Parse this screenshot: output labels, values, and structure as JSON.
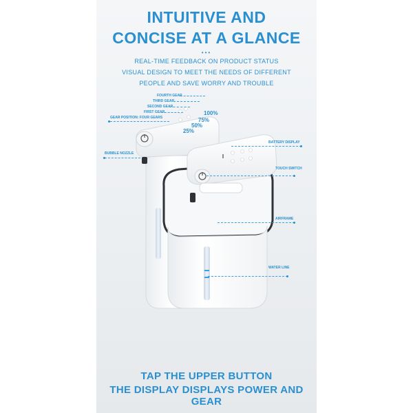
{
  "header": {
    "title_line1": "INTUITIVE AND",
    "title_line2": "CONCISE AT A GLANCE",
    "dots": "•••"
  },
  "subtitle": {
    "line1": "REAL-TIME FEEDBACK ON PRODUCT STATUS",
    "line2": "VISUAL DESIGN TO MEET THE NEEDS OF DIFFERENT",
    "line3": "PEOPLE AND SAVE WORRY AND TROUBLE"
  },
  "callouts": {
    "fourth_gear": "FOURTH GEAR",
    "third_gear": "THIRD GEAR",
    "second_gear": "SECOND GEAR",
    "first_gear": "FIRST GEAR",
    "gear_position": "GEAR POSITION: FOUR GEARS",
    "bubble_nozzle": "BUBBLE NOZZLE",
    "battery_display": "BATTERY DISPLAY",
    "touch_switch": "TOUCH SWITCH",
    "airframe": "AIRFRAME",
    "water_line": "WATER LINE"
  },
  "battery_levels": {
    "p100": "100%",
    "p75": "75%",
    "p50": "50%",
    "p25": "25%"
  },
  "footer": {
    "line1": "TAP THE UPPER BUTTON",
    "line2": "THE DISPLAY DISPLAYS POWER AND GEAR"
  },
  "colors": {
    "accent": "#2a8fd0",
    "device_body": "#ffffff",
    "frame_dark": "#3b3f45"
  },
  "icons": [
    "power-icon",
    "display-dots-icon"
  ]
}
